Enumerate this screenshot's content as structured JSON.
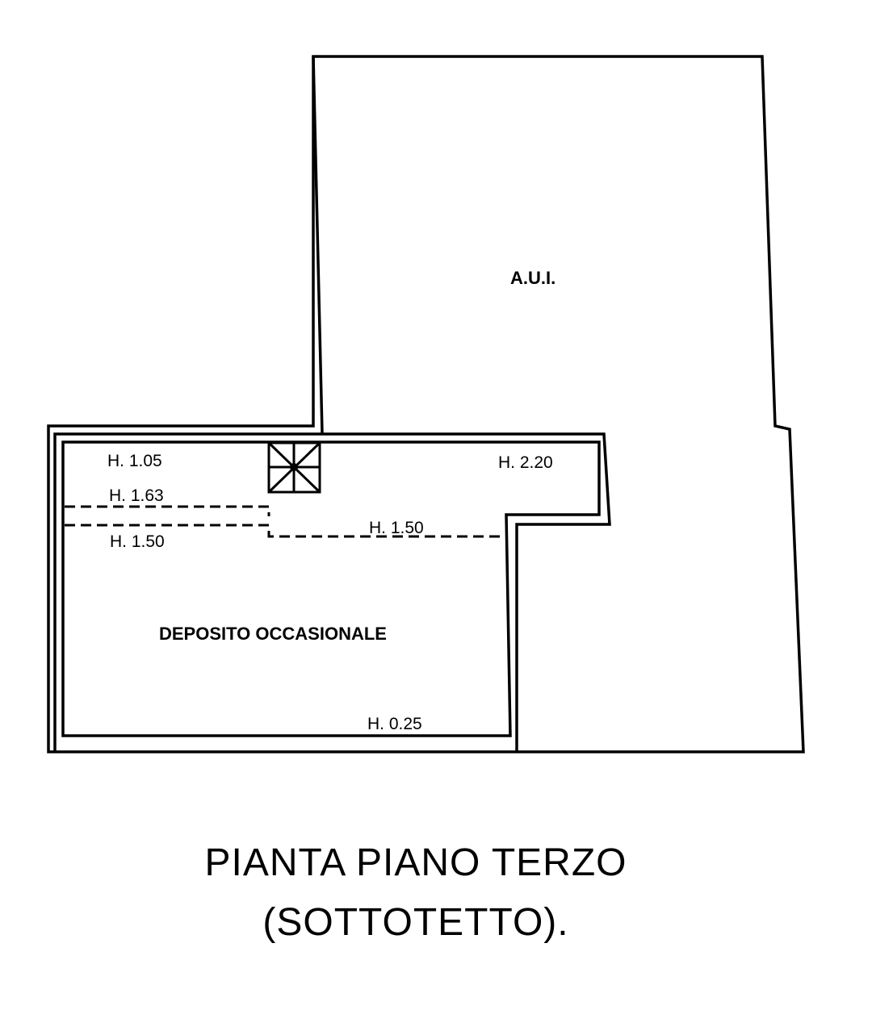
{
  "plan": {
    "rooms": {
      "aui": "A.U.I.",
      "deposito": "DEPOSITO OCCASIONALE"
    },
    "heights": {
      "h_105": "H. 1.05",
      "h_220": "H. 2.20",
      "h_163": "H. 1.63",
      "h_150_left": "H. 1.50",
      "h_150_mid": "H. 1.50",
      "h_025": "H. 0.25"
    }
  },
  "title": {
    "line1": "PIANTA PIANO TERZO",
    "line2": "(SOTTOTETTO)."
  }
}
